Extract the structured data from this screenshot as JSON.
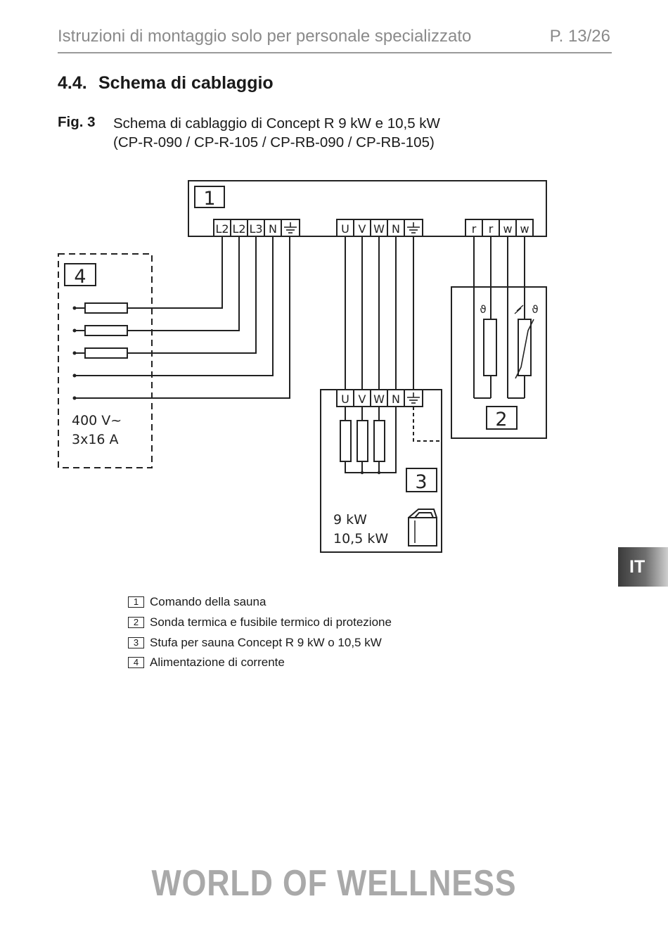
{
  "header": {
    "title": "Istruzioni di montaggio solo per personale specializzato",
    "page": "P. 13/26"
  },
  "section": {
    "number": "4.4.",
    "title": "Schema di cablaggio"
  },
  "figure": {
    "label": "Fig. 3",
    "caption_line1": "Schema di cablaggio di Concept R 9 kW e 10,5 kW",
    "caption_line2": "(CP-R-090 / CP-R-105 / CP-RB-090 / CP-RB-105)"
  },
  "diagram": {
    "box1_number": "1",
    "box2_number": "2",
    "box3_number": "3",
    "box4_number": "4",
    "control_supply_terminals": [
      "L2",
      "L2",
      "L3",
      "N"
    ],
    "control_heater_terminals": [
      "U",
      "V",
      "W",
      "N"
    ],
    "control_sensor_terminals": [
      "r",
      "r",
      "w",
      "w"
    ],
    "heater_terminals": [
      "U",
      "V",
      "W",
      "N"
    ],
    "supply_voltage": "400 V~",
    "supply_current": "3x16 A",
    "heater_power_1": "9 kW",
    "heater_power_2": "10,5 kW",
    "theta_symbol": "ϑ"
  },
  "side_tab": {
    "language": "IT"
  },
  "legend": [
    {
      "num": "1",
      "text": "Comando della sauna"
    },
    {
      "num": "2",
      "text": "Sonda termica e fusibile termico di protezione"
    },
    {
      "num": "3",
      "text": "Stufa per sauna Concept R 9 kW o 10,5 kW"
    },
    {
      "num": "4",
      "text": "Alimentazione di corrente"
    }
  ],
  "footer": {
    "brand": "WORLD OF WELLNESS"
  }
}
